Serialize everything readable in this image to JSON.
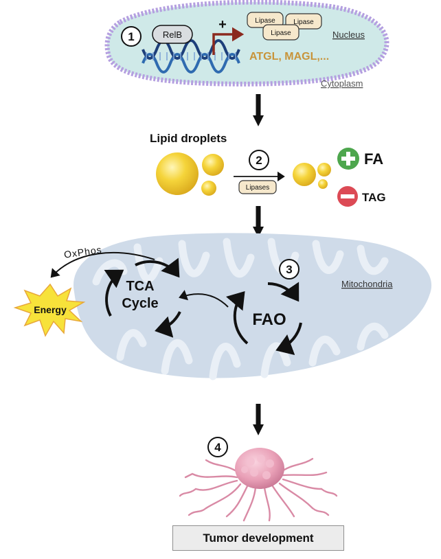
{
  "colors": {
    "nucleus_fill": "#cfe9e8",
    "nucleus_border": "#b49fe0",
    "mito_fill": "#cfdbe9",
    "lipid_yellow": "#f2cf36",
    "lipase_fill": "#f6e8cc",
    "gene_text": "#c8943a",
    "plus_green": "#4da64d",
    "minus_red": "#dc4a55",
    "energy_yellow": "#f7e23a",
    "tumor_pink": "#e9a0b7"
  },
  "steps": [
    "1",
    "2",
    "3",
    "4"
  ],
  "nucleus": {
    "label": "Nucleus",
    "factor": "RelB",
    "plus_sign": "+",
    "lipases": [
      "Lipase",
      "Lipase",
      "Lipase"
    ],
    "genes": "ATGL, MAGL,..."
  },
  "cytoplasm_label": "Cytoplasm",
  "lipid": {
    "title": "Lipid droplets",
    "lipases_label": "Lipases",
    "fa_label": "FA",
    "tag_label": "TAG"
  },
  "mito": {
    "label": "Mitochondria",
    "tca_line1": "TCA",
    "tca_line2": "Cycle",
    "fao": "FAO",
    "oxphos": "OxPhos",
    "energy": "Energy"
  },
  "tumor_label": "Tumor development",
  "icons": [
    "plus-circle-icon",
    "minus-circle-icon",
    "energy-burst-icon",
    "tumor-icon",
    "dna-helix-icon"
  ]
}
